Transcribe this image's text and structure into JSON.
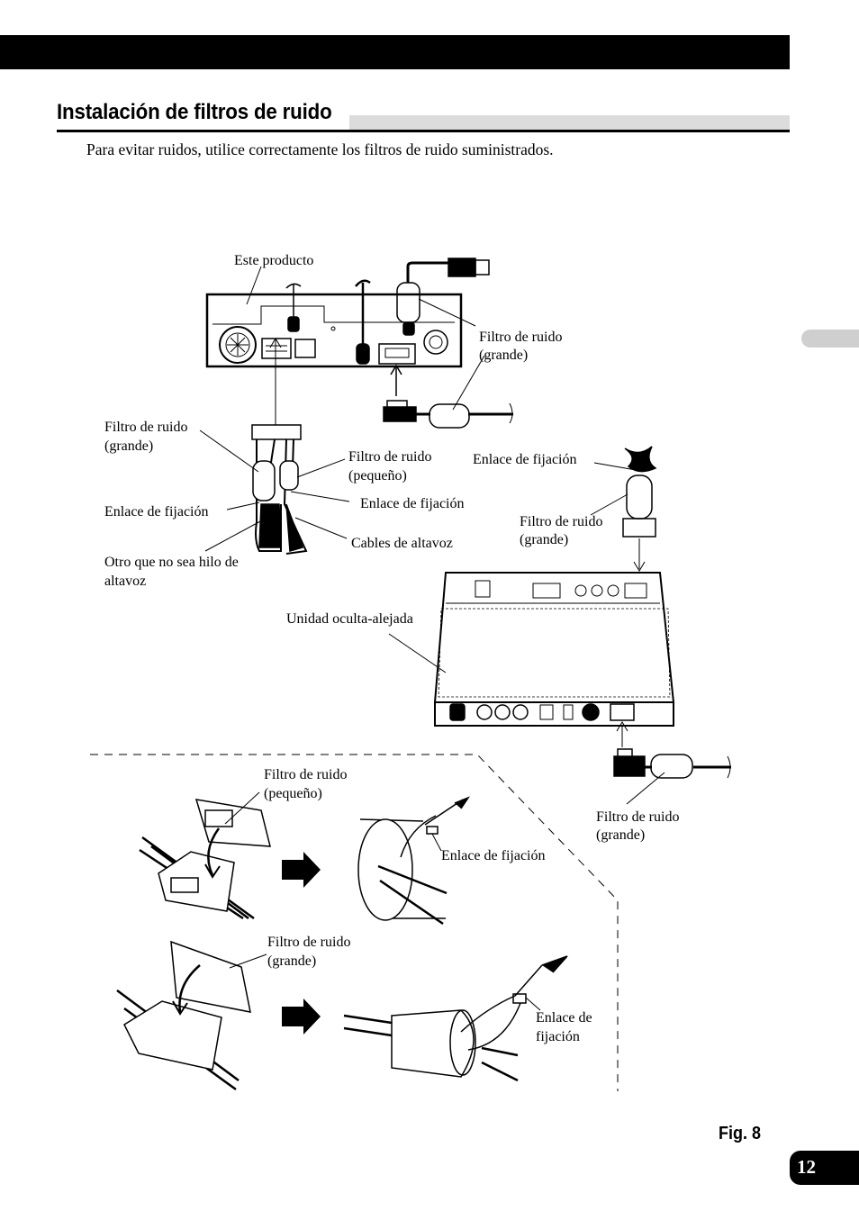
{
  "header": {
    "title": "Instalación de filtros de ruido"
  },
  "intro": "Para evitar ruidos, utilice correctamente los filtros de ruido suministrados.",
  "labels": {
    "este_producto": "Este producto",
    "filtro_grande_top_1": "Filtro de ruido",
    "filtro_grande_top_2": "(grande)",
    "filtro_grande_left_1": "Filtro de ruido",
    "filtro_grande_left_2": "(grande)",
    "filtro_pequeno_1": "Filtro de ruido",
    "filtro_pequeno_2": "(pequeño)",
    "enlace_right_top": "Enlace de fijación",
    "enlace_mid": "Enlace de fijación",
    "enlace_left": "Enlace de fijación",
    "cables_altavoz": "Cables de altavoz",
    "filtro_grande_right_1": "Filtro de ruido",
    "filtro_grande_right_2": "(grande)",
    "otro_1": "Otro que no sea hilo de",
    "otro_2": "altavoz",
    "unidad_oculta": "Unidad oculta-alejada",
    "filtro_pequeno_b_1": "Filtro de ruido",
    "filtro_pequeno_b_2": "(pequeño)",
    "enlace_b1": "Enlace de fijación",
    "filtro_grande_b_1": "Filtro de ruido",
    "filtro_grande_b_2": "(grande)",
    "filtro_grande_br_1": "Filtro de ruido",
    "filtro_grande_br_2": "(grande)",
    "enlace_b2_1": "Enlace de",
    "enlace_b2_2": "fijación"
  },
  "figure": {
    "label": "Fig. 8"
  },
  "page": {
    "number": "12"
  }
}
